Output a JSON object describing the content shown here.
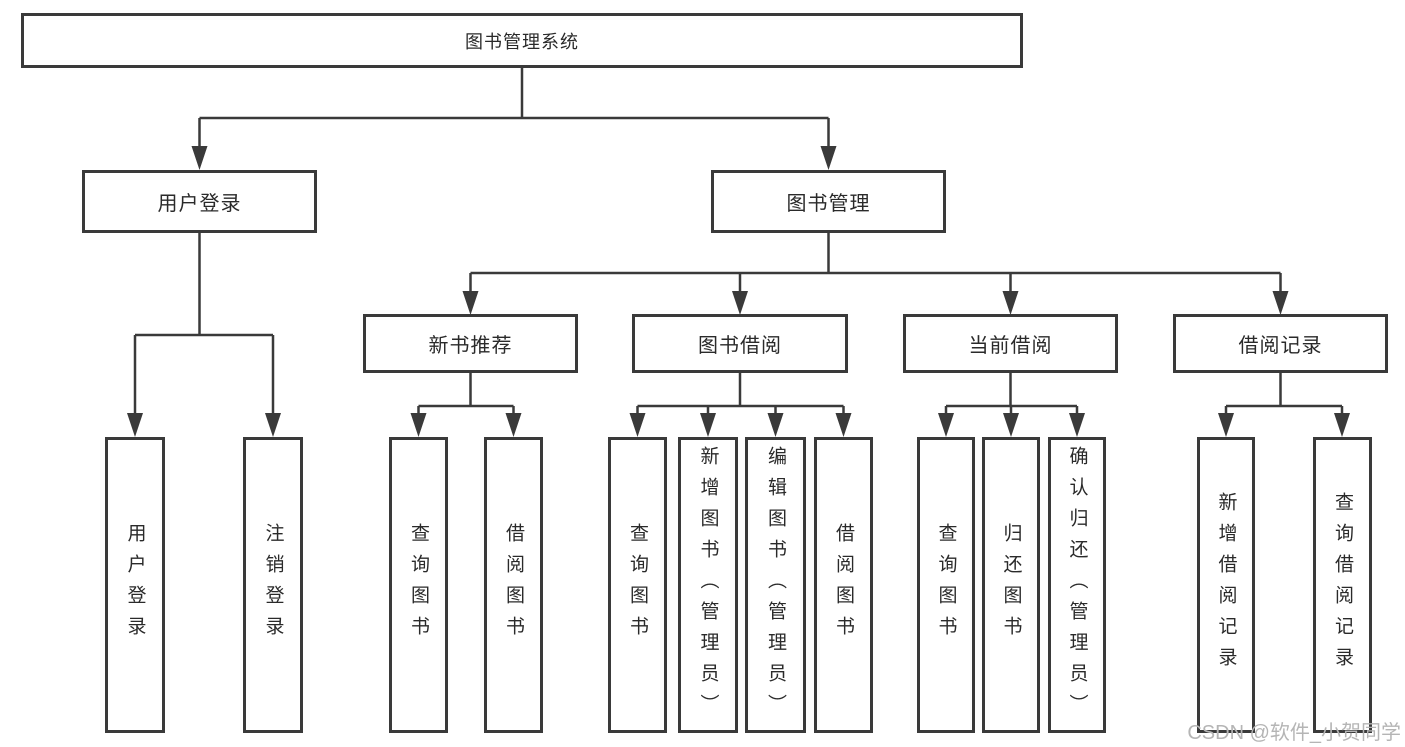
{
  "chart": {
    "root": {
      "label": "图书管理系统"
    },
    "login": {
      "label": "用户登录",
      "children": [
        {
          "label": "用户登录"
        },
        {
          "label": "注销登录"
        }
      ]
    },
    "manage": {
      "label": "图书管理",
      "groups": [
        {
          "label": "新书推荐",
          "children": [
            {
              "label": "查询图书"
            },
            {
              "label": "借阅图书"
            }
          ]
        },
        {
          "label": "图书借阅",
          "children": [
            {
              "label": "查询图书"
            },
            {
              "label": "新增图书（管理员）"
            },
            {
              "label": "编辑图书（管理员）"
            },
            {
              "label": "借阅图书"
            }
          ]
        },
        {
          "label": "当前借阅",
          "children": [
            {
              "label": "查询图书"
            },
            {
              "label": "归还图书"
            },
            {
              "label": "确认归还（管理员）"
            }
          ]
        },
        {
          "label": "借阅记录",
          "children": [
            {
              "label": "新增借阅记录"
            },
            {
              "label": "查询借阅记录"
            }
          ]
        }
      ]
    }
  },
  "watermark": {
    "text": "CSDN @软件_小贺同学"
  },
  "colors": {
    "line": "#3a3a3a",
    "text": "#2a2a2a",
    "watermark": "#b5b5b5",
    "background": "#ffffff"
  }
}
